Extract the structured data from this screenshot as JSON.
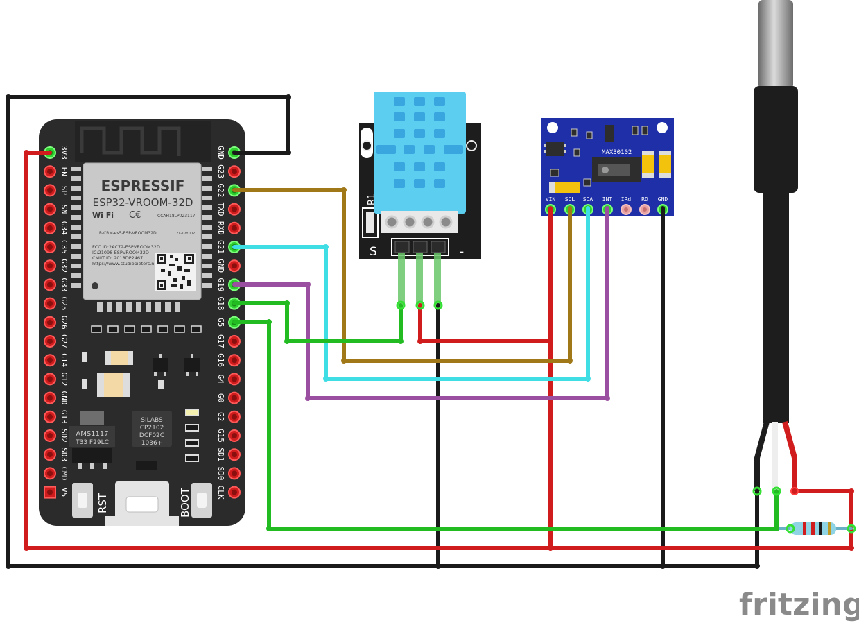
{
  "esp32": {
    "brand": "ESPRESSIF",
    "module": "ESP32-VROOM-32D",
    "wifi": "Wi Fi",
    "ce_code": "CCAH18LP023117",
    "kc": "R-CRM-es5-ESP-VROOM32D",
    "kc_code": "21-17Y002",
    "fcc": "FCC ID:2AC72-ESPVROOM32D",
    "ic": "IC:21098-ESPVROOM32D",
    "cmiit": "CMIIT ID: 2018DP2467",
    "url": "https://www.studiopieters.nl",
    "usb_chip": [
      "SILABS",
      "CP2102",
      "DCF02C",
      "1036+"
    ],
    "regulator": [
      "AMS1117",
      "T33 F29LC"
    ],
    "rst_label": "RST",
    "boot_label": "BOOT",
    "left_pins": [
      "3V3",
      "EN",
      "SP",
      "SN",
      "G34",
      "G35",
      "G32",
      "G33",
      "G25",
      "G26",
      "G27",
      "G14",
      "G12",
      "GND",
      "G13",
      "SD2",
      "SD3",
      "CMD",
      "V5"
    ],
    "right_pins": [
      "GND",
      "G23",
      "G22",
      "TXD",
      "RXD",
      "G21",
      "GND",
      "G19",
      "G18",
      "G5",
      "G17",
      "G16",
      "G4",
      "G0",
      "G2",
      "G15",
      "SD1",
      "SD0",
      "CLK"
    ]
  },
  "dht11": {
    "resistor_label": "R1",
    "signal_label": "S",
    "minus_label": "-"
  },
  "max30102": {
    "chip_label": "MAX30102",
    "pins": [
      "VIN",
      "SCL",
      "SDA",
      "INT",
      "IRd",
      "RD",
      "GND"
    ]
  },
  "watermark": "fritzing",
  "colors": {
    "red": "#d01c1c",
    "black": "#1a1a1a",
    "green": "#22bb22",
    "brown": "#a07818",
    "cyan": "#3fdde4",
    "purple": "#9a4fa0",
    "board": "#2b2b2b",
    "max_board": "#1e2fa8",
    "dht_body": "#5ccff0"
  }
}
